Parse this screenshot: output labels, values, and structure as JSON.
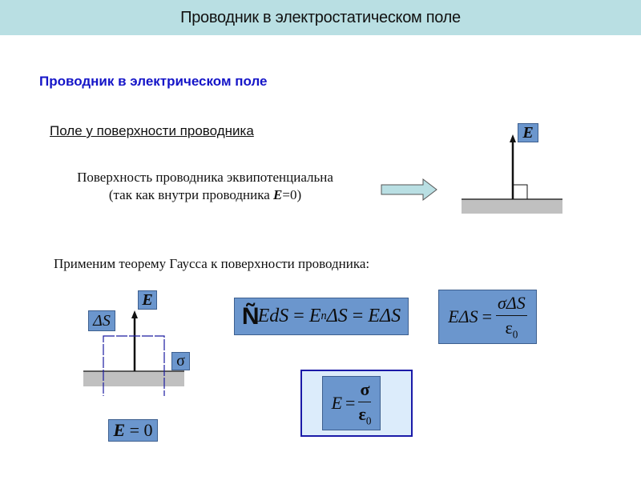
{
  "slide": {
    "title": "Проводник в электростатическом поле",
    "heading": "Проводник в электрическом поле",
    "subheading": "Поле у поверхности проводника",
    "equipotential": {
      "line1": "Поверхность проводника эквипотенциальна",
      "line2_prefix": "(так как внутри проводника ",
      "line2_var": "E",
      "line2_suffix": "=0)"
    },
    "gauss_text": "Применим теорему Гаусса к поверхности проводника:"
  },
  "diagram_top": {
    "field_label": "E",
    "arrow_icon": "right-arrow"
  },
  "diagram_bottom": {
    "field_label": "E",
    "area_label": "ΔS",
    "charge_label": "σ",
    "inside_label": {
      "var": "E",
      "eq": "= 0"
    }
  },
  "formulas": {
    "gauss_flux": {
      "integral": "Ñ",
      "lhs": "EdS",
      "eq1": "=",
      "mid_E": "E",
      "mid_sub": "n",
      "mid_rest": "ΔS",
      "eq2": "=",
      "rhs": "EΔS"
    },
    "flux_equals": {
      "lhs": "EΔS",
      "eq": "=",
      "numerator": "σΔS",
      "denominator": "ε",
      "den_sub": "0"
    },
    "result": {
      "lhs": "E",
      "eq": "=",
      "numerator": "σ",
      "denominator": "ε",
      "den_sub": "0"
    }
  },
  "colors": {
    "title_bg": "#b9dfe3",
    "heading": "#1515c8",
    "formula_box": "#6b96cd",
    "result_frame_bg": "#dcecfb",
    "result_frame_border": "#1a1aa8",
    "conductor": "#c0c0c0",
    "gauss_surface": "#1a1aa0"
  }
}
